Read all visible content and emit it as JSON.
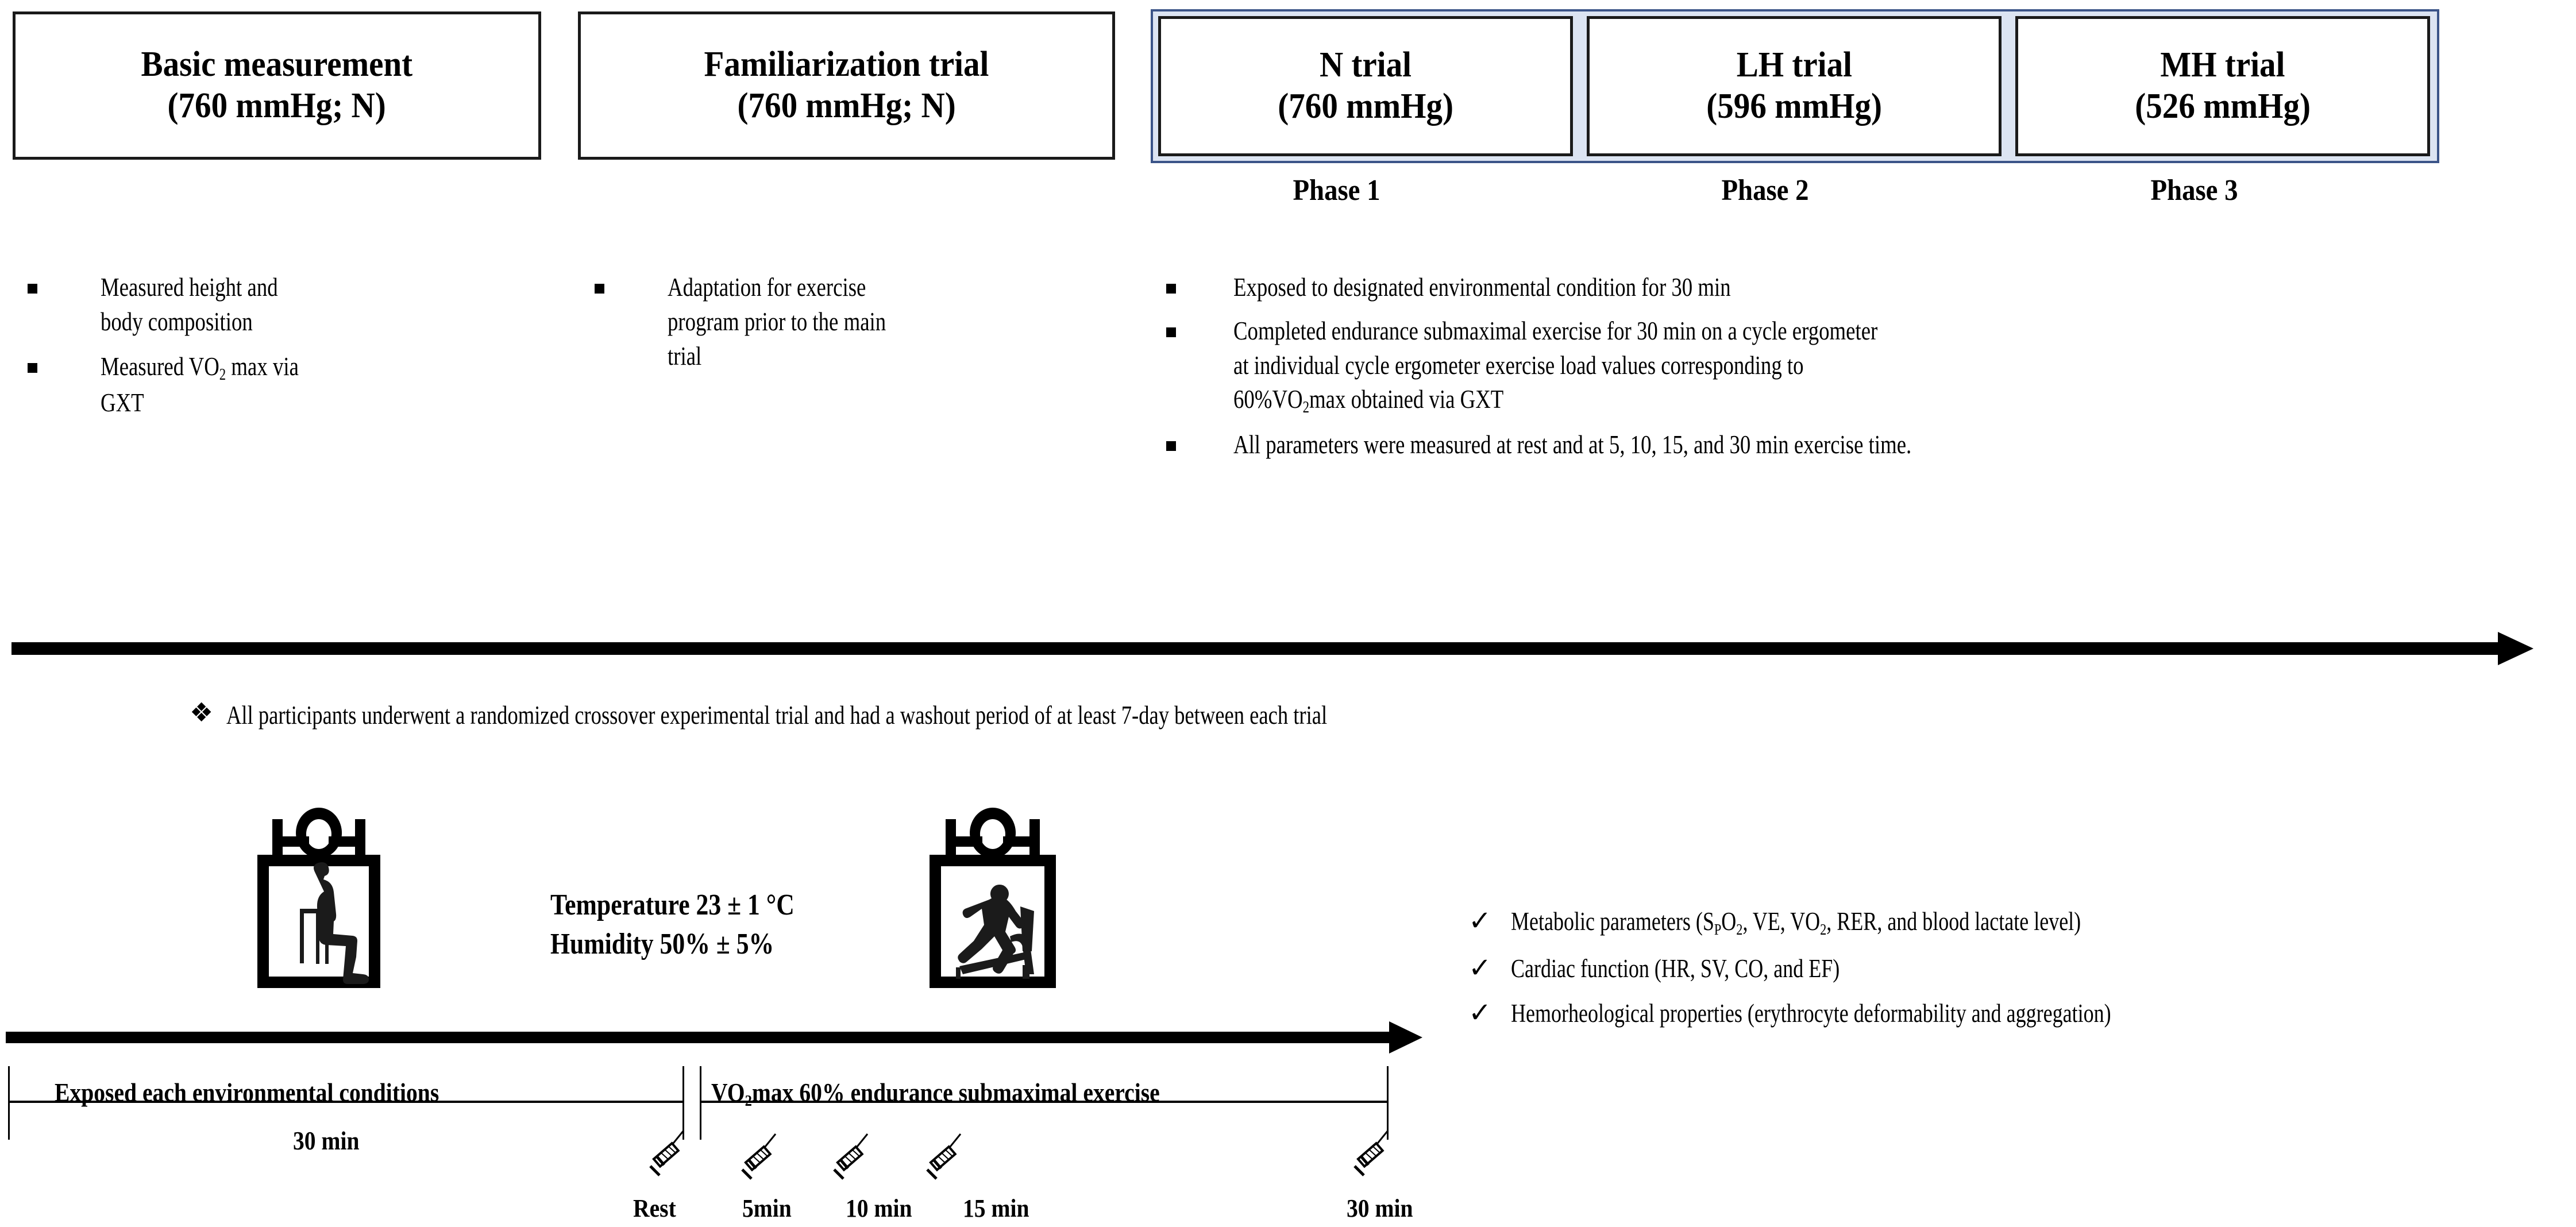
{
  "phase_boxes": [
    {
      "name": "basic-measurement",
      "line1": "Basic measurement",
      "line2": "(760 mmHg; N)"
    },
    {
      "name": "familiarization-trial",
      "line1": "Familiarization trial",
      "line2": "(760 mmHg; N)"
    },
    {
      "name": "n-trial",
      "line1": "N trial",
      "line2": "(760 mmHg)"
    },
    {
      "name": "lh-trial",
      "line1": "LH trial",
      "line2": "(596 mmHg)"
    },
    {
      "name": "mh-trial",
      "line1": "MH trial",
      "line2": "(526 mmHg)"
    }
  ],
  "phase_labels": [
    "Phase 1",
    "Phase 2",
    "Phase 3"
  ],
  "columns": [
    {
      "name": "basic-measurement-bullets",
      "bullets": [
        [
          "Measured height and",
          "body composition"
        ],
        [
          "Measured VO<sub>2</sub> max via",
          "GXT"
        ]
      ]
    },
    {
      "name": "familiarization-bullets",
      "bullets": [
        [
          "Adaptation for exercise",
          "program prior to the main",
          "trial"
        ]
      ]
    },
    {
      "name": "trial-phase-bullets",
      "bullets": [
        [
          "Exposed to designated environmental condition for 30 min"
        ],
        [
          "Completed endurance submaximal exercise for 30 min on a cycle ergometer",
          "at individual cycle ergometer exercise load values corresponding to",
          "60%VO<sub>2</sub>max obtained via GXT"
        ],
        [
          "All parameters were measured at rest and at 5, 10, 15, and 30 min exercise time."
        ]
      ]
    }
  ],
  "crossover_note": {
    "bullet": "❖",
    "text": "All participants underwent a randomized crossover experimental trial and had a washout period of at least 7-day between each trial"
  },
  "environment": {
    "temperature": "Temperature 23 ± 1 °C",
    "humidity": "Humidity 50% ± 5%"
  },
  "timeline": {
    "segment_1_label": "Exposed each environmental conditions",
    "segment_1_duration": "30 min",
    "segment_2_label": "VO<sub>2</sub>max 60% endurance submaximal exercise",
    "timepoints": [
      "Rest",
      "5min",
      "10 min",
      "15 min",
      "30 min"
    ]
  },
  "measures": [
    {
      "check": "✓",
      "text": "Metabolic parameters (S<sub>P</sub>O<sub>2</sub>, VE, VO<sub>2</sub>, RER, and blood lactate level)"
    },
    {
      "check": "✓",
      "text": "Cardiac function (HR, SV, CO, and EF)"
    },
    {
      "check": "✓",
      "text": "Hemorheological properties (erythrocyte deformability and aggregation)"
    }
  ],
  "icons": {
    "seated-chamber": "environmental-chamber-seated-person",
    "exercise-chamber": "environmental-chamber-treadmill-runner",
    "syringe": "blood-sampling-syringe"
  },
  "colors": {
    "outline": "#1a1a1a",
    "blue_border": "#3b5488",
    "blue_fill": "#dce4f2"
  }
}
